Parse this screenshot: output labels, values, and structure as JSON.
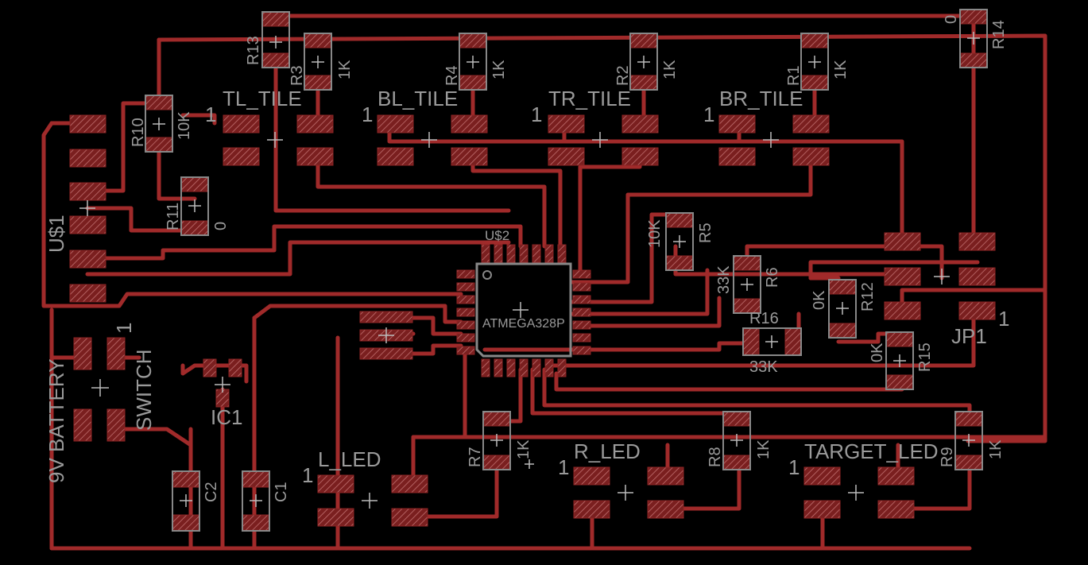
{
  "colors": {
    "background": "#000000",
    "trace": "#a02a2a",
    "pad": "#8e2424",
    "silk": "#9a9a9a"
  },
  "labels": {
    "tl_tile": "TL_TILE",
    "bl_tile": "BL_TILE",
    "tr_tile": "TR_TILE",
    "br_tile": "BR_TILE",
    "r13": "R13",
    "r3": "R3",
    "r4": "R4",
    "r2": "R2",
    "r1": "R1",
    "r14": "R14",
    "r10": "R10",
    "r11": "R11",
    "r5": "R5",
    "r6": "R6",
    "r12": "R12",
    "r16": "R16",
    "r15": "R15",
    "r7": "R7",
    "r8": "R8",
    "r9": "R9",
    "us1": "U$1",
    "us2": "U$2",
    "chip": "ATMEGA328P",
    "battery": "9V BATTERY",
    "switch": "SWITCH",
    "ic1": "IC1",
    "c1": "C1",
    "c2": "C2",
    "jp1": "JP1",
    "l_led": "L_LED",
    "r_led": "R_LED",
    "target_led": "TARGET_LED",
    "v1k": "1K",
    "v10k": "10K",
    "v0": "0",
    "v33k": "33K",
    "v0k": "0K",
    "one": "1"
  }
}
